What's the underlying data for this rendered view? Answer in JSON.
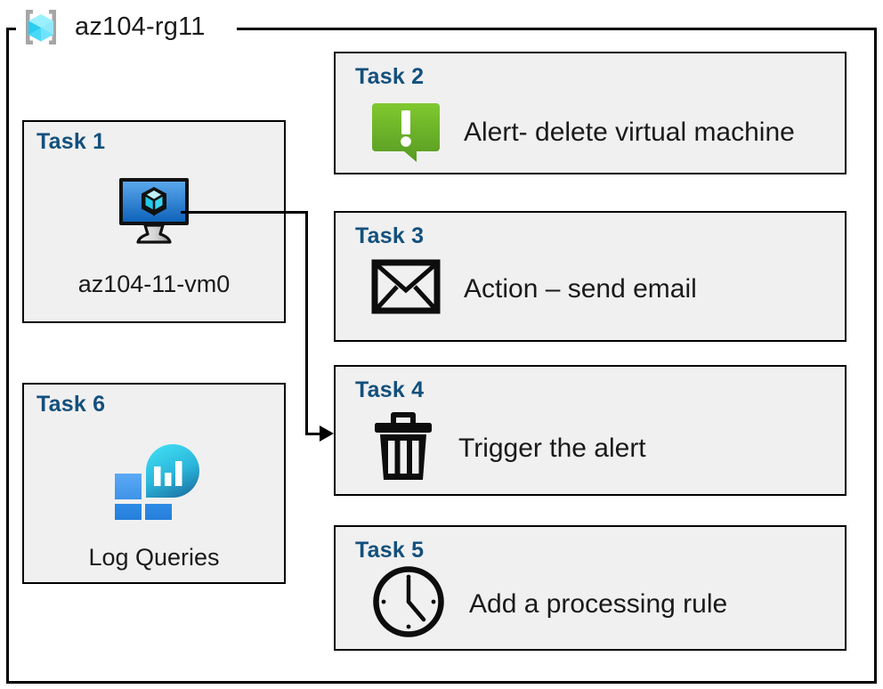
{
  "resource_group": {
    "icon": "resource-group-cube-icon",
    "title": "az104-rg11"
  },
  "colors": {
    "task_label": "#13507d",
    "card_background": "#f0f0f0",
    "card_border": "#000000",
    "alert_green_light": "#76c52a",
    "alert_green_dark": "#5b9e25",
    "vm_blue_light": "#4a9ae8",
    "vm_blue_dark": "#1368bd",
    "log_blue_light": "#4f9ef0",
    "log_blue_mid": "#2b87e3",
    "log_cyan": "#32d0ec",
    "log_teal": "#1f7fae",
    "rg_cube_cyan": "#59e0fb",
    "rg_bracket_gray": "#a6a6a6",
    "page_background": "#ffffff",
    "text": "#1a1a1a"
  },
  "cards": {
    "task1": {
      "label": "Task 1",
      "caption": "az104-11-vm0",
      "icon": "virtual-machine-icon"
    },
    "task2": {
      "label": "Task 2",
      "caption": "Alert- delete virtual machine",
      "icon": "alert-exclamation-icon"
    },
    "task3": {
      "label": "Task 3",
      "caption": "Action – send email",
      "icon": "envelope-icon"
    },
    "task4": {
      "label": "Task 4",
      "caption": "Trigger the alert",
      "icon": "trash-can-icon"
    },
    "task5": {
      "label": "Task 5",
      "caption": "Add a processing rule",
      "icon": "clock-icon"
    },
    "task6": {
      "label": "Task 6",
      "caption": "Log Queries",
      "icon": "log-analytics-icon"
    }
  },
  "connector": {
    "from": "task1-virtual-machine-icon",
    "to": "task4-card",
    "style": "elbow-arrow"
  }
}
